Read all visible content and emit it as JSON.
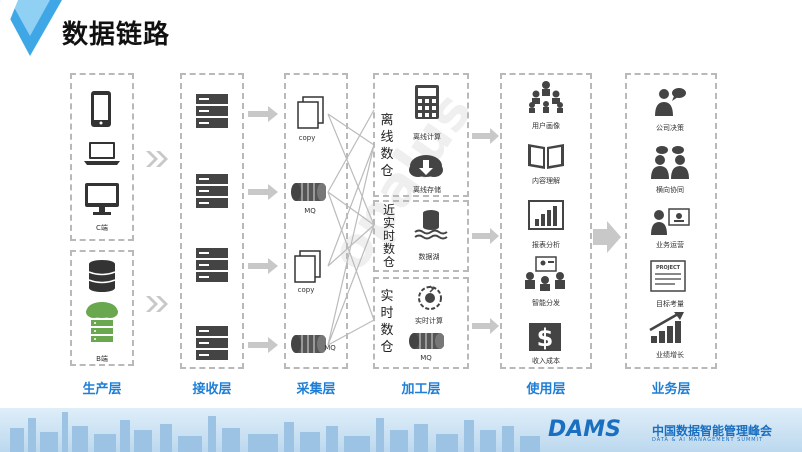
{
  "title": "数据链路",
  "produce": {
    "c_label": "C端",
    "b_label": "B端"
  },
  "collect": {
    "copy1": "copy",
    "mq1": "MQ",
    "copy2": "copy",
    "mq2": "MQ"
  },
  "process": {
    "offline_title": [
      "离",
      "线",
      "数",
      "仓"
    ],
    "offline_calc": "离线计算",
    "offline_store": "离线存储",
    "near_title": [
      "近",
      "实",
      "时",
      "数",
      "仓"
    ],
    "data_lake": "数据湖",
    "rt_title": [
      "实",
      "时",
      "数",
      "仓"
    ],
    "rt_calc": "实时计算",
    "rt_mq": "MQ"
  },
  "use": {
    "items": [
      "用户画像",
      "内容理解",
      "报表分析",
      "智能分发",
      "收入成本"
    ]
  },
  "business": {
    "items": [
      "公司决策",
      "横向协同",
      "业务运营",
      "目标考量",
      "业绩增长"
    ],
    "project_label": "PROJECT"
  },
  "layers": [
    "生产层",
    "接收层",
    "采集层",
    "加工层",
    "使用层",
    "业务层"
  ],
  "footer": {
    "brand": "DAMS",
    "cn": "中国数据智能管理峰会",
    "en": "DATA & AI MANAGEMENT SUMMIT"
  }
}
